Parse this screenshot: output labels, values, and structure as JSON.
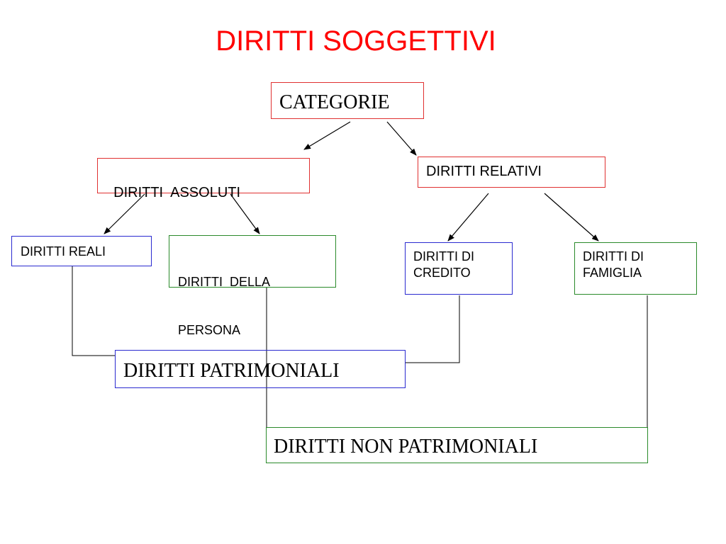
{
  "title": "DIRITTI SOGGETTIVI",
  "nodes": {
    "categorie": "CATEGORIE",
    "assoluti": "DIRITTI  ASSOLUTI",
    "relativi": "DIRITTI RELATIVI",
    "reali": "DIRITTI REALI",
    "persona_line1": "DIRITTI  DELLA",
    "persona_line2": "PERSONA",
    "credito_line1": "DIRITTI DI",
    "credito_line2": "CREDITO",
    "famiglia_line1": "DIRITTI DI",
    "famiglia_line2": "FAMIGLIA",
    "patrimoniali": "DIRITTI PATRIMONIALI",
    "non_patrimoniali": "DIRITTI NON PATRIMONIALI"
  },
  "colors": {
    "title": "#ff0000",
    "category_border": "#e03030",
    "patrimonial_border": "#2a2ad0",
    "non_patrimonial_border": "#2a8a2a"
  }
}
